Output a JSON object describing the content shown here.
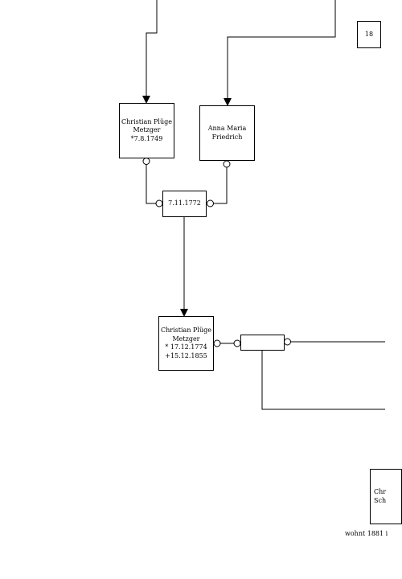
{
  "diagram": {
    "page_number": "18",
    "persons": {
      "christian_1749": "Christian Plüge\nMetzger\n*7.8.1749",
      "anna_maria": "Anna Maria\nFriedrich",
      "christian_1774": "Christian Plüge\nMetzger\n* 17.12.1774\n+15.12.1855",
      "partial_right": "Chr\nSch"
    },
    "marriages": {
      "m1": "7.11.1772",
      "m2": ""
    },
    "footnote": "wohnt 1881 i"
  }
}
